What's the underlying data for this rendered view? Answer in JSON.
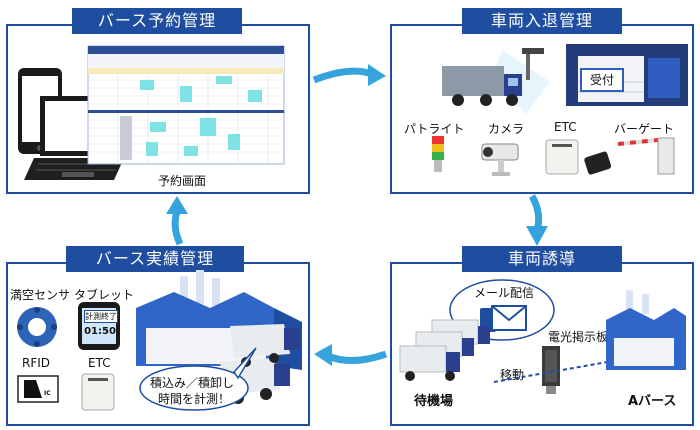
{
  "panels": {
    "berth_booking": {
      "title": "バース予約管理",
      "booking_screen_caption": "予約画面"
    },
    "vehicle_entry": {
      "title": "車両入退管理",
      "gate_sign": "受付",
      "devices": [
        "パトライト",
        "カメラ",
        "ETC",
        "バーゲート"
      ]
    },
    "berth_performance": {
      "title": "バース実績管理",
      "devices": [
        "満空センサ",
        "タブレット",
        "RFID",
        "ETC"
      ],
      "tablet_text": "計測終了",
      "tablet_time": "01:50",
      "rfid_tag": "IC",
      "callout_line1": "積込み／積卸し",
      "callout_line2": "時間を計測！"
    },
    "vehicle_guidance": {
      "title": "車両誘導",
      "mail_label": "メール配信",
      "signboard_label": "電光掲示板",
      "move_label": "移動",
      "waiting_area": "待機場",
      "berth_a": "Aバース"
    }
  },
  "colors": {
    "accent_blue": "#1f4ea1",
    "arrow_blue": "#37a3dd",
    "cyan_cell": "#7fe3e6",
    "factory_roof": "#2f66c8",
    "truck_cab": "#2b3f8f"
  }
}
